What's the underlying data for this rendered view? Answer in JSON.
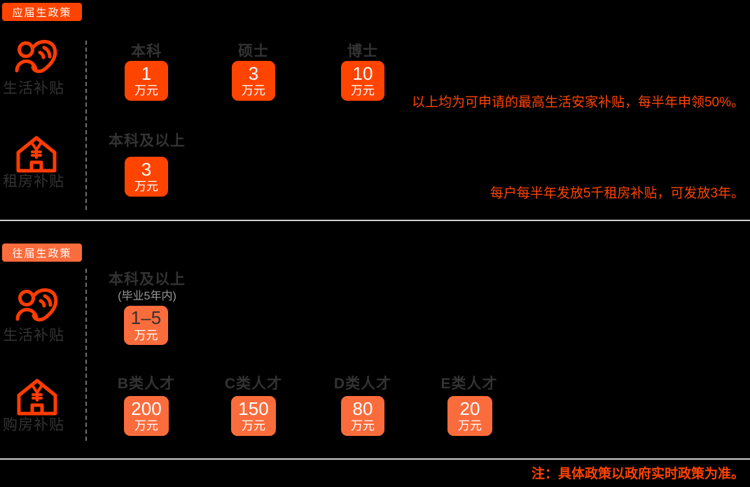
{
  "colors": {
    "background": "#000000",
    "accent_red": "#ff4400",
    "accent_orange": "#fb6c3c",
    "icon_stroke": "#ff3c00",
    "label_dark": "#333333",
    "sub_gray": "#999999",
    "divider": "#cfcfcf",
    "box_text": "#ffffff"
  },
  "sections": [
    {
      "badge": "应届生政策",
      "rows": [
        {
          "icon": "people-heart-icon",
          "label": "生活补贴",
          "columns": [
            {
              "header": "本科",
              "value": "1",
              "unit": "万元"
            },
            {
              "header": "硕士",
              "value": "3",
              "unit": "万元"
            },
            {
              "header": "博士",
              "value": "10",
              "unit": "万元"
            }
          ],
          "note": "以上均为可申请的最高生活安家补贴，每半年申领50%。"
        },
        {
          "icon": "house-yen-icon",
          "label": "租房补贴",
          "columns": [
            {
              "header": "本科及以上",
              "value": "3",
              "unit": "万元"
            }
          ],
          "note": "每户每半年发放5千租房补贴，可发放3年。"
        }
      ]
    },
    {
      "badge": "往届生政策",
      "rows": [
        {
          "icon": "people-heart-icon",
          "label": "生活补贴",
          "columns": [
            {
              "header": "本科及以上",
              "subheader": "(毕业5年内)",
              "value": "1–5",
              "unit": "万元"
            }
          ]
        },
        {
          "icon": "house-yen-icon",
          "label": "购房补贴",
          "columns": [
            {
              "header": "B类人才",
              "value": "200",
              "unit": "万元"
            },
            {
              "header": "C类人才",
              "value": "150",
              "unit": "万元"
            },
            {
              "header": "D类人才",
              "value": "80",
              "unit": "万元"
            },
            {
              "header": "E类人才",
              "value": "20",
              "unit": "万元"
            }
          ]
        }
      ]
    }
  ],
  "footer": {
    "note": "注：具体政策以政府实时政策为准。"
  }
}
